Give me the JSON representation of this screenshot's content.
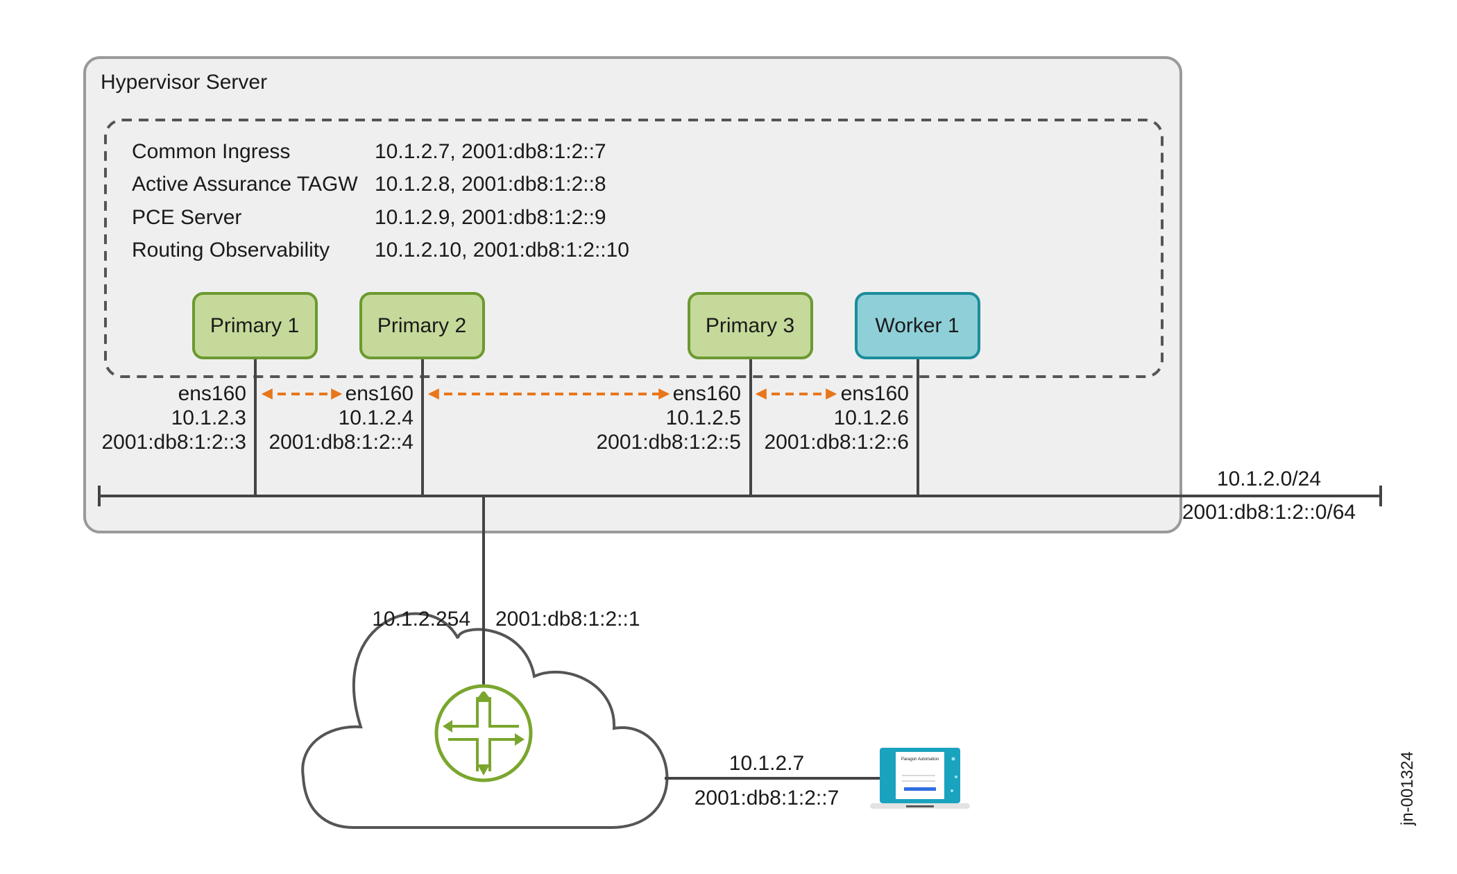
{
  "hypervisor": {
    "title": "Hypervisor Server"
  },
  "services": [
    {
      "name": "Common Ingress",
      "address": "10.1.2.7, 2001:db8:1:2::7"
    },
    {
      "name": "Active Assurance TAGW",
      "address": "10.1.2.8, 2001:db8:1:2::8"
    },
    {
      "name": "PCE Server",
      "address": "10.1.2.9, 2001:db8:1:2::9"
    },
    {
      "name": "Routing Observability",
      "address": "10.1.2.10, 2001:db8:1:2::10"
    }
  ],
  "nodes": [
    {
      "label": "Primary 1",
      "iface": "ens160",
      "ipv4": "10.1.2.3",
      "ipv6": "2001:db8:1:2::3",
      "role": "primary"
    },
    {
      "label": "Primary 2",
      "iface": "ens160",
      "ipv4": "10.1.2.4",
      "ipv6": "2001:db8:1:2::4",
      "role": "primary"
    },
    {
      "label": "Primary 3",
      "iface": "ens160",
      "ipv4": "10.1.2.5",
      "ipv6": "2001:db8:1:2::5",
      "role": "primary"
    },
    {
      "label": "Worker 1",
      "iface": "ens160",
      "ipv4": "10.1.2.6",
      "ipv6": "2001:db8:1:2::6",
      "role": "worker"
    }
  ],
  "subnet": {
    "ipv4": "10.1.2.0/24",
    "ipv6": "2001:db8:1:2::0/64"
  },
  "gateway": {
    "ipv4": "10.1.2.254",
    "ipv6": "2001:db8:1:2::1"
  },
  "client": {
    "ipv4": "10.1.2.7",
    "ipv6": "2001:db8:1:2::7",
    "screen_title": "Paragon Automation"
  },
  "figure_id": "jn-001324",
  "colors": {
    "primary_fill": "#c5d99a",
    "primary_stroke": "#6b9a2e",
    "worker_fill": "#8fd0d8",
    "worker_stroke": "#1b8c9b",
    "arrow": "#e8761b",
    "router": "#7aa62e",
    "line": "#444444",
    "server_bg": "#efefef",
    "server_border": "#9a9a9a",
    "laptop": "#1aa3bf"
  }
}
